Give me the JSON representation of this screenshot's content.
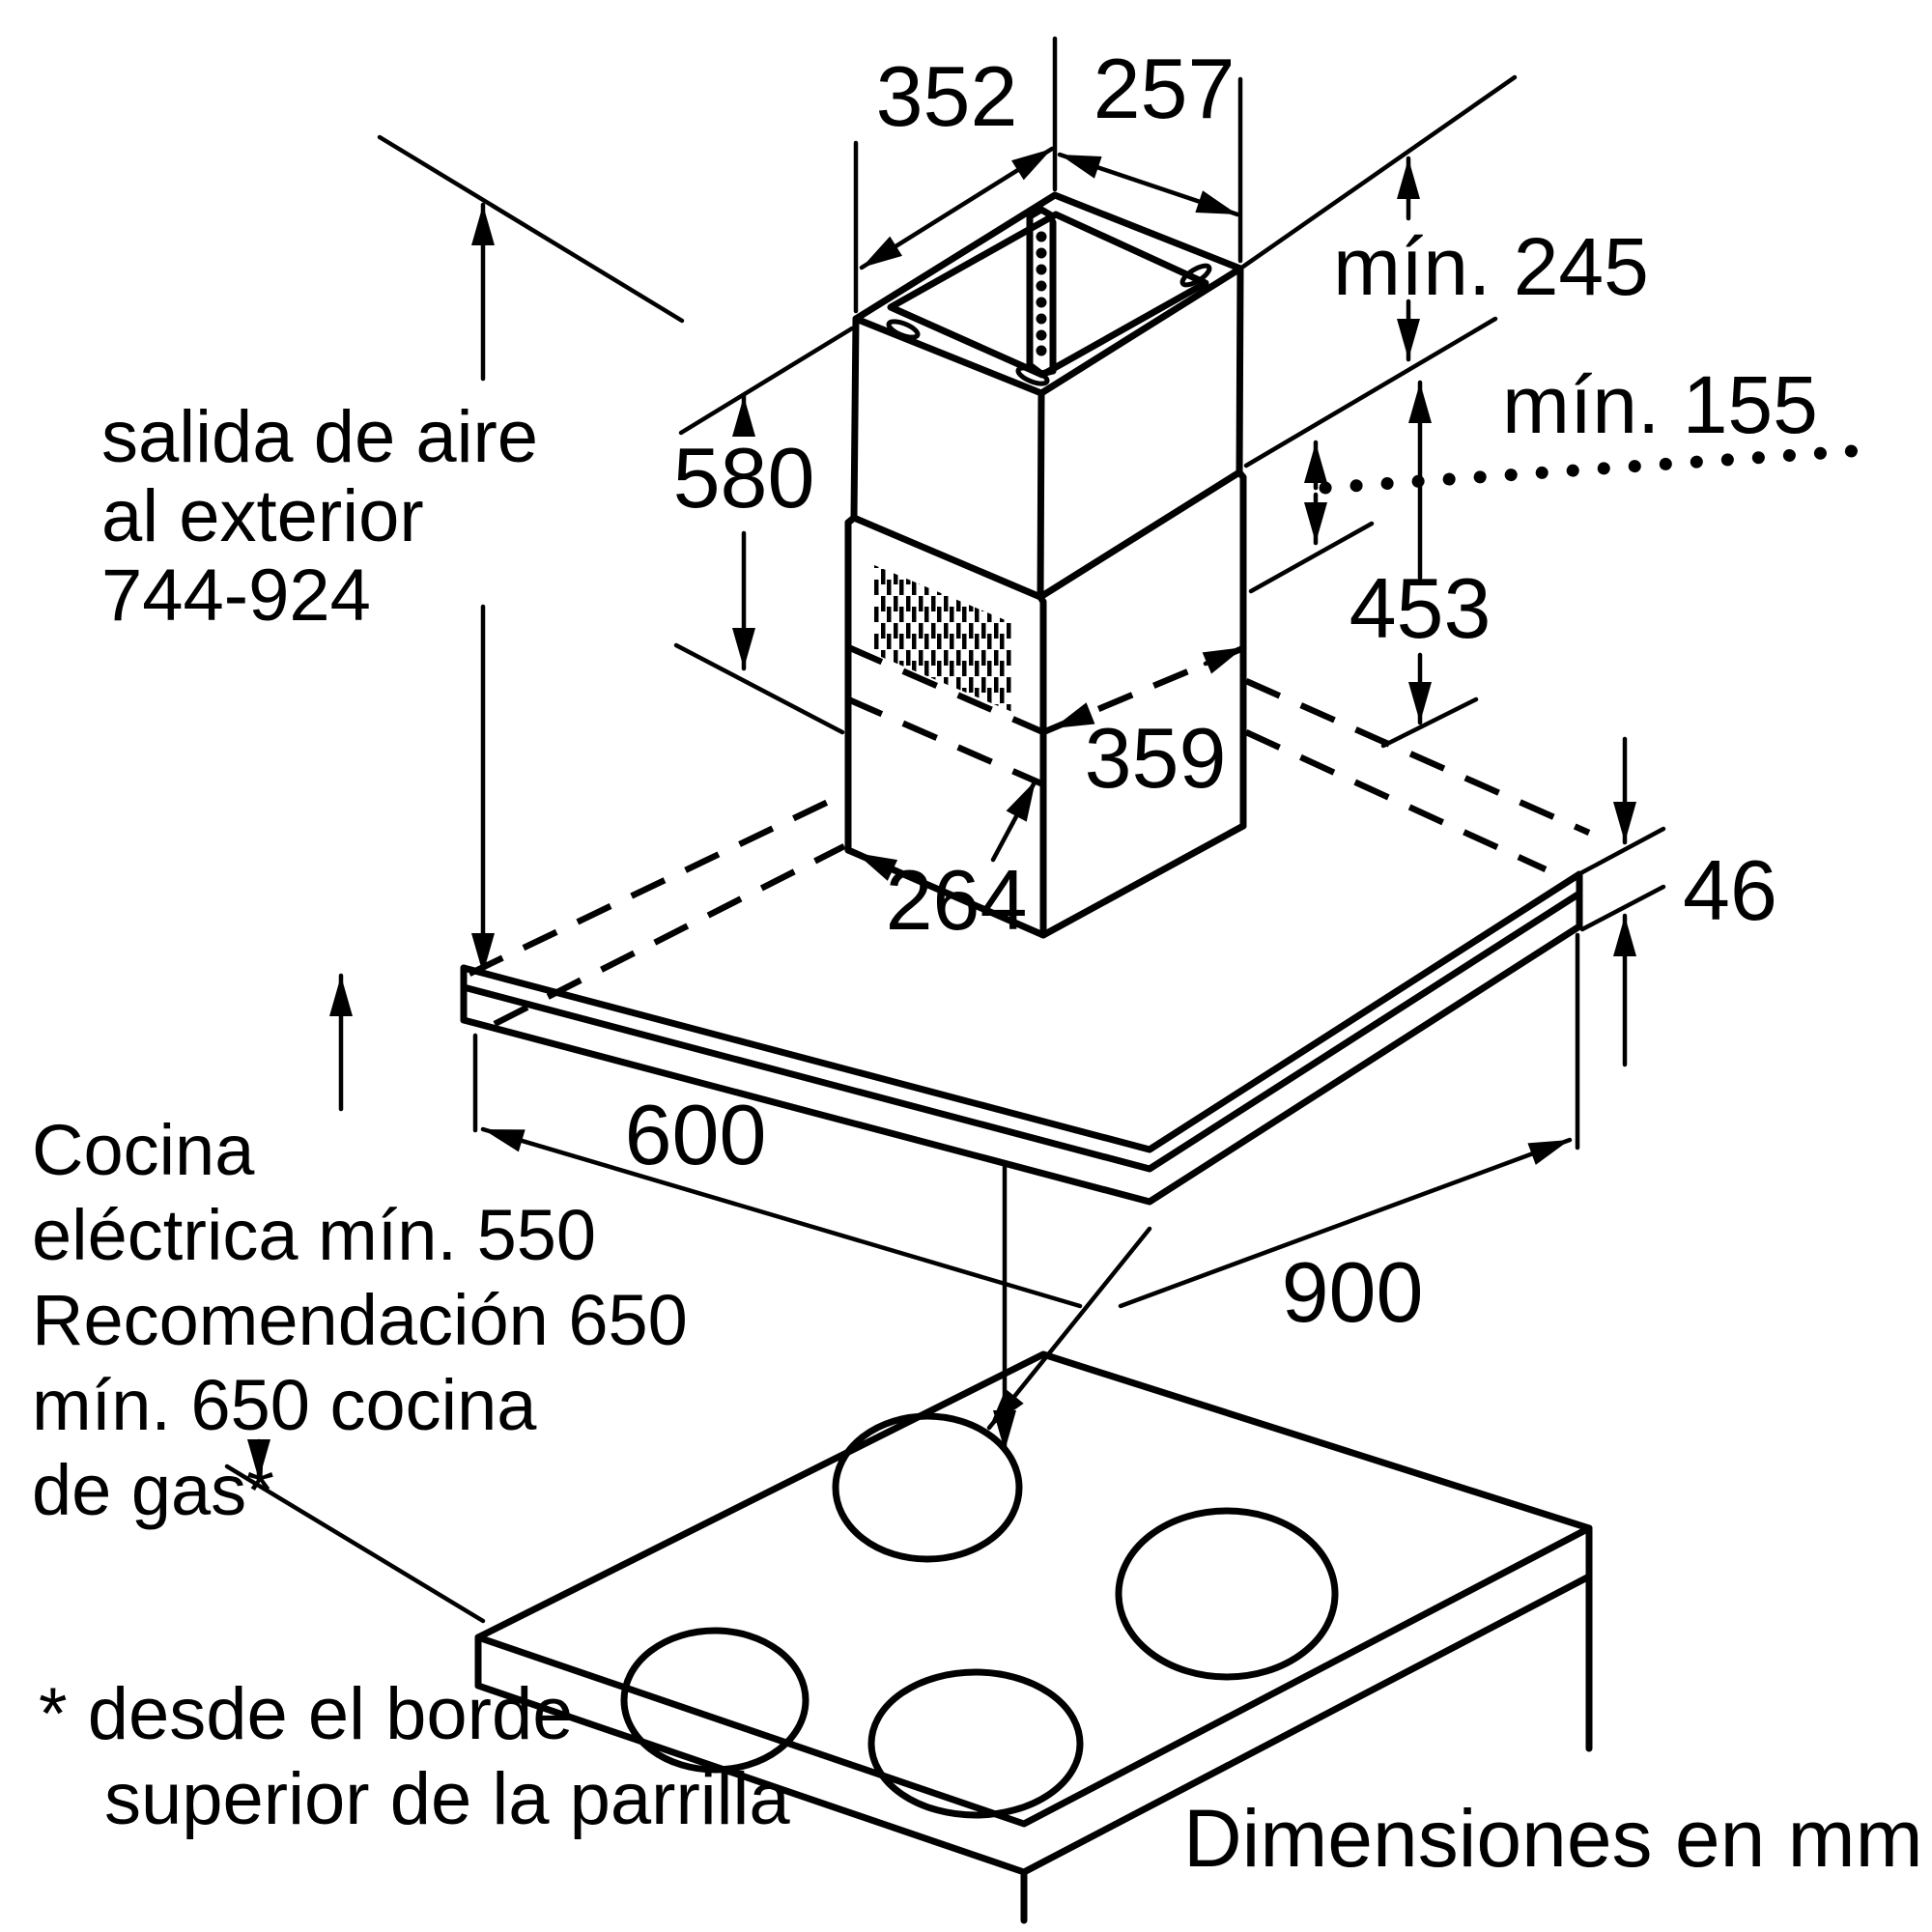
{
  "diagram": {
    "caption": "Dimensiones en mm",
    "dims": {
      "top_width_left": "352",
      "top_width_right": "257",
      "ceiling_clearance_min": "mín. 245",
      "duct_overlap_min": "mín. 155",
      "upper_flue_height": "580",
      "flue_to_canopy": "453",
      "flue_depth": "264",
      "flue_width": "359",
      "canopy_thickness": "46",
      "canopy_depth": "600",
      "canopy_width": "900"
    },
    "air_outlet_note": {
      "line1": "salida de aire",
      "line2": "al exterior",
      "line3": "744-924"
    },
    "clearance_note": {
      "line1": "Cocina",
      "line2": "eléctrica mín. 550",
      "line3": "Recomendación 650",
      "line4": "mín. 650 cocina",
      "line5": "de gas*"
    },
    "footnote": {
      "line1": "* desde el borde",
      "line2": "superior de la parrilla"
    }
  }
}
